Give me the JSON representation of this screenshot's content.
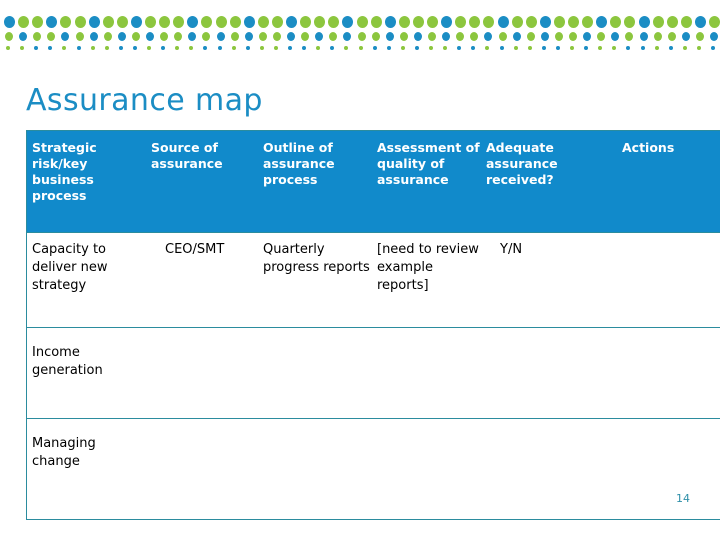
{
  "slide": {
    "title": "Assurance map",
    "page_number": "14"
  },
  "decor": {
    "banner_name": "dot-banner",
    "colors": {
      "blue": "#1B8DC4",
      "green": "#8CC63E"
    },
    "rows": [
      {
        "dot_count": 51,
        "sequence": [
          "blue",
          "green",
          "green",
          "blue",
          "green",
          "green",
          "blue",
          "green",
          "green",
          "blue",
          "green",
          "green",
          "green",
          "blue",
          "green",
          "green",
          "green",
          "blue",
          "green",
          "green",
          "blue",
          "green",
          "green",
          "green",
          "blue",
          "green",
          "green",
          "blue",
          "green",
          "green",
          "green",
          "blue",
          "green",
          "green",
          "green",
          "blue",
          "green",
          "green",
          "blue",
          "green",
          "green",
          "green",
          "blue",
          "green",
          "green",
          "blue",
          "green",
          "green",
          "green",
          "blue",
          "green"
        ]
      },
      {
        "dot_count": 51,
        "sequence": [
          "green",
          "blue",
          "green",
          "green",
          "blue",
          "green",
          "blue",
          "green",
          "blue",
          "green",
          "blue",
          "green",
          "green",
          "blue",
          "green",
          "blue",
          "green",
          "blue",
          "green",
          "green",
          "blue",
          "green",
          "blue",
          "green",
          "blue",
          "green",
          "green",
          "blue",
          "green",
          "blue",
          "green",
          "blue",
          "green",
          "green",
          "blue",
          "green",
          "blue",
          "green",
          "blue",
          "green",
          "green",
          "blue",
          "green",
          "blue",
          "green",
          "blue",
          "green",
          "green",
          "blue",
          "green",
          "blue"
        ]
      },
      {
        "dot_count": 51,
        "sequence": [
          "green",
          "green",
          "blue",
          "blue",
          "green",
          "blue",
          "green",
          "green",
          "blue",
          "blue",
          "green",
          "blue",
          "green",
          "green",
          "blue",
          "blue",
          "green",
          "blue",
          "green",
          "green",
          "blue",
          "blue",
          "green",
          "blue",
          "green",
          "green",
          "blue",
          "blue",
          "green",
          "blue",
          "green",
          "green",
          "blue",
          "blue",
          "green",
          "blue",
          "green",
          "green",
          "blue",
          "blue",
          "green",
          "blue",
          "green",
          "green",
          "blue",
          "blue",
          "green",
          "blue",
          "green",
          "green",
          "blue"
        ]
      }
    ]
  },
  "table": {
    "header_bg": "#118ACB",
    "border_color": "#2B8C9E",
    "columns": [
      "Strategic risk/key business process",
      "Source of assurance",
      "Outline of assurance process",
      "Assessment of quality of assurance",
      "Adequate assurance received?",
      "Actions"
    ],
    "rows": [
      {
        "risk": "Capacity to deliver new strategy",
        "source": "CEO/SMT",
        "outline": "Quarterly progress reports",
        "assessment": "[need to review example reports]",
        "adequate": "Y/N",
        "actions": ""
      },
      {
        "risk": "Income generation",
        "source": "",
        "outline": "",
        "assessment": "",
        "adequate": "",
        "actions": ""
      },
      {
        "risk": "Managing change",
        "source": "",
        "outline": "",
        "assessment": "",
        "adequate": "",
        "actions": ""
      }
    ]
  }
}
